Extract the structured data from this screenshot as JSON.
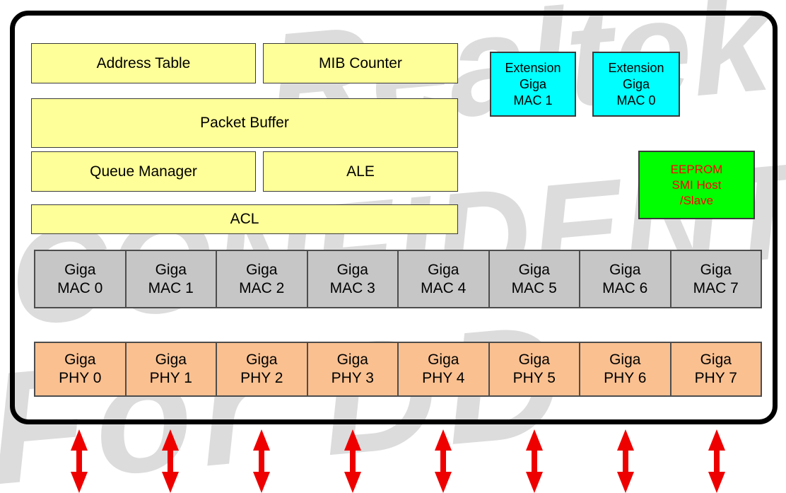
{
  "watermark": {
    "color": "#DCDCDC",
    "line_top": "Realtek",
    "line_middle": "CONFIDENTIAL",
    "line_bottom": "For DD"
  },
  "blocks": {
    "address_table": "Address Table",
    "mib_counter": "MIB Counter",
    "packet_buffer": "Packet Buffer",
    "queue_manager": "Queue Manager",
    "ale": "ALE",
    "acl": "ACL"
  },
  "extension_macs": [
    {
      "line1": "Extension",
      "line2": "Giga",
      "line3": "MAC 1"
    },
    {
      "line1": "Extension",
      "line2": "Giga",
      "line3": "MAC 0"
    }
  ],
  "eeprom": {
    "line1": "EEPROM",
    "line2": "SMI Host",
    "line3": "/Slave",
    "text_color": "#FF0000",
    "fill": "#00FF00"
  },
  "mac_row": {
    "prefix": "Giga",
    "cells": [
      "MAC 0",
      "MAC 1",
      "MAC 2",
      "MAC 3",
      "MAC 4",
      "MAC 5",
      "MAC 6",
      "MAC 7"
    ],
    "fill": "#C6C6C6"
  },
  "phy_row": {
    "prefix": "Giga",
    "cells": [
      "PHY 0",
      "PHY 1",
      "PHY 2",
      "PHY 3",
      "PHY 4",
      "PHY 5",
      "PHY 6",
      "PHY 7"
    ],
    "fill": "#FAC090"
  },
  "arrows": {
    "count": 8,
    "direction": "bidirectional-vertical",
    "color": "#EE0000"
  },
  "colors": {
    "block_yellow": "#FFFF99",
    "extension_cyan": "#00FFFF",
    "eeprom_green": "#00FF00",
    "mac_gray": "#C6C6C6",
    "phy_orange": "#FAC090",
    "arrow_red": "#EE0000",
    "frame_black": "#000000",
    "watermark_gray": "#DCDCDC"
  }
}
